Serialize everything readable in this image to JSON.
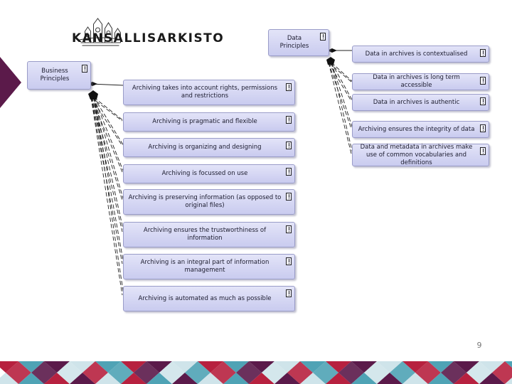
{
  "header": {
    "logo_text": "KANSALLISARKISTO"
  },
  "colors": {
    "box_fill_top": "#e3e4f8",
    "box_fill_bottom": "#c9cbef",
    "box_border": "#9a9cc8",
    "accent_purple": "#5b1a4a",
    "band_teal": "#4fa3b5",
    "band_red": "#b7213f",
    "band_light": "#cfe4ea"
  },
  "diagram": {
    "business_principles": {
      "title": "Business Principles",
      "items": [
        "Archiving takes into account rights, permissions and restrictions",
        "Archiving is pragmatic and flexible",
        "Archiving is organizing and designing",
        "Archiving is focussed on use",
        "Archiving is preserving information (as opposed to original files)",
        "Archiving ensures the trustworthiness of information",
        "Archiving is an integral part of information management",
        "Archiving is automated as much as possible"
      ]
    },
    "data_principles": {
      "title": "Data Principles",
      "items": [
        "Data in archives is contextualised",
        "Data in archives is long term accessible",
        "Data in archives is authentic",
        "Archiving ensures the integrity of data",
        "Data and metadata in archives make use of common vocabularies and definitions"
      ]
    }
  },
  "footer": {
    "page_number": "9"
  }
}
